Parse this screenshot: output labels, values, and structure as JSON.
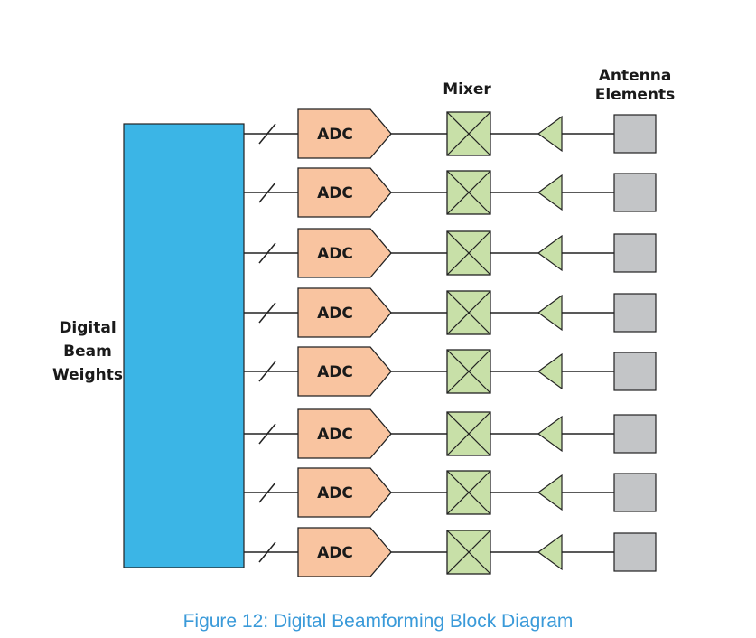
{
  "labels": {
    "mixer": "Mixer",
    "antenna_line1": "Antenna",
    "antenna_line2": "Elements",
    "weights_line1": "Digital",
    "weights_line2": "Beam",
    "weights_line3": "Weights"
  },
  "adc_label": "ADC",
  "channel_count": 8,
  "caption": "Figure 12: Digital Beamforming Block Diagram",
  "colors": {
    "weights_block": "#3bb5e6",
    "adc_block": "#f9c4a0",
    "mixer_block": "#c8e0a8",
    "amplifier": "#c8e0a8",
    "antenna_element": "#c3c5c7",
    "stroke": "#222222",
    "caption": "#3a9ad9"
  }
}
